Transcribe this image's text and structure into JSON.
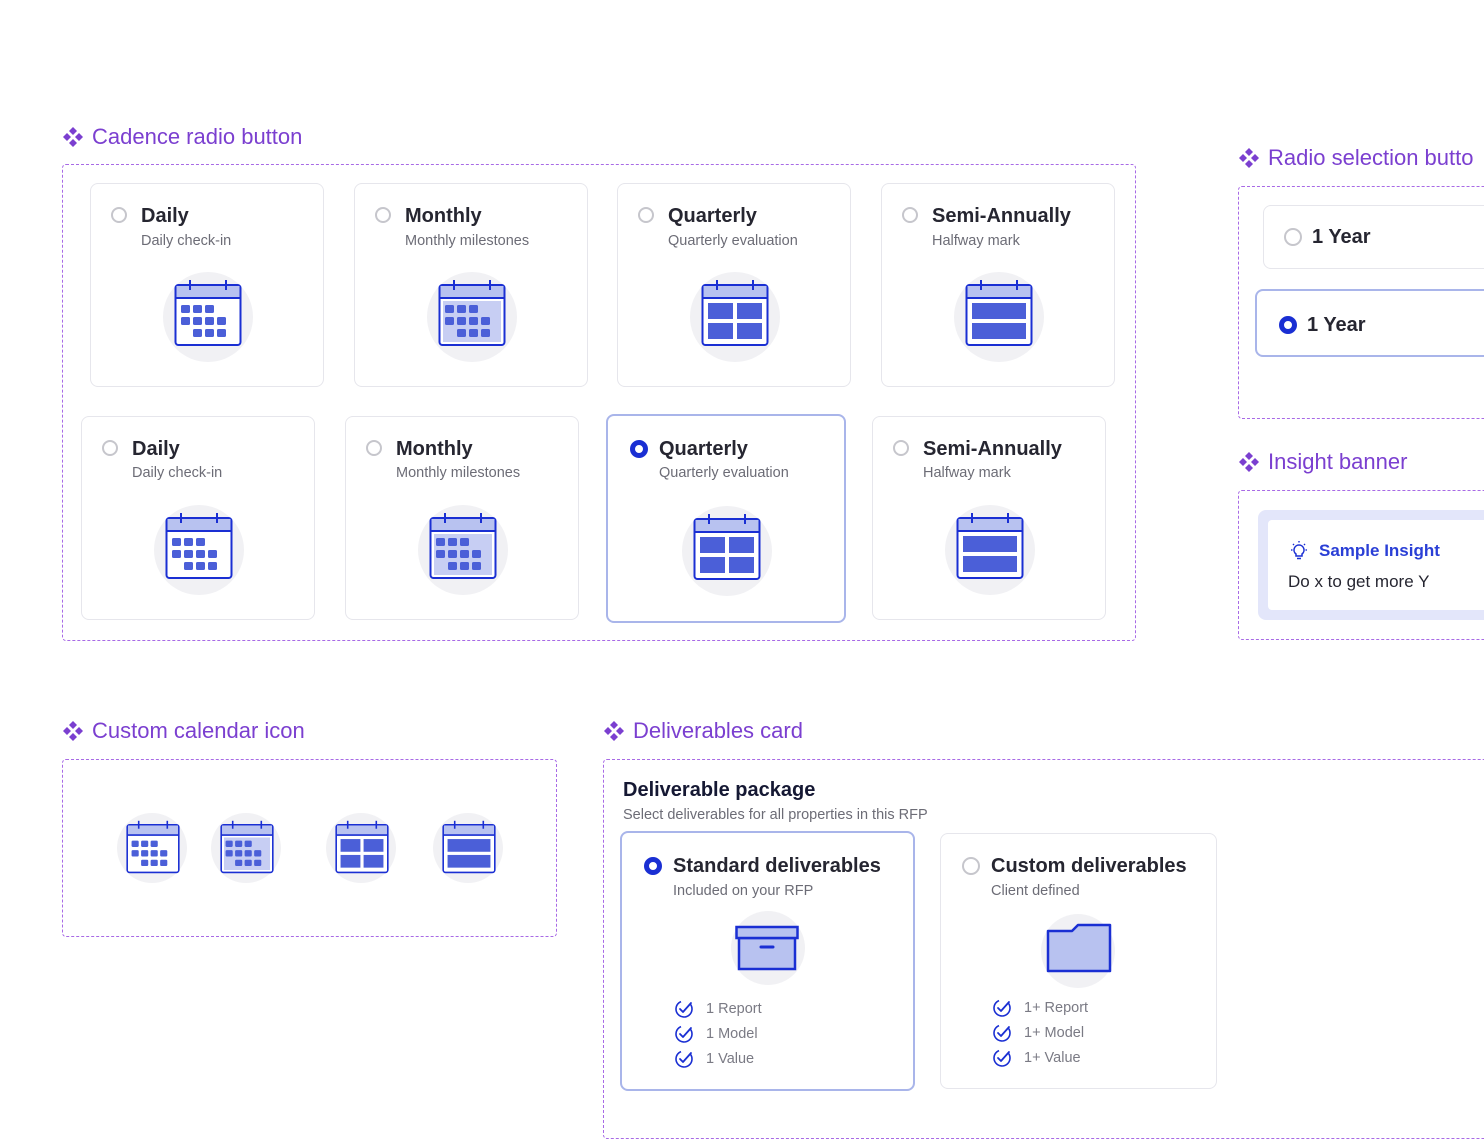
{
  "sections": {
    "cadence": "Cadence radio button",
    "radio_selection": "Radio selection butto",
    "insight": "Insight banner",
    "custom_calendar": "Custom calendar icon",
    "deliverables": "Deliverables card"
  },
  "cadence_options": [
    {
      "label": "Daily",
      "sub": "Daily check-in",
      "icon": "calendar-daily-icon"
    },
    {
      "label": "Monthly",
      "sub": "Monthly milestones",
      "icon": "calendar-monthly-icon"
    },
    {
      "label": "Quarterly",
      "sub": "Quarterly evaluation",
      "icon": "calendar-quarterly-icon"
    },
    {
      "label": "Semi-Annually",
      "sub": "Halfway mark",
      "icon": "calendar-semiannual-icon"
    }
  ],
  "cadence_selected_row2": "Quarterly",
  "radio_selection": {
    "unselected_label": "1 Year",
    "selected_label": "1 Year"
  },
  "insight": {
    "title": "Sample Insight",
    "body": "Do x to get more Y",
    "icon": "lightbulb-icon"
  },
  "deliverables": {
    "heading": "Deliverable package",
    "subheading": "Select deliverables for all properties in this RFP",
    "options": [
      {
        "title": "Standard deliverables",
        "sub": "Included on your RFP",
        "selected": true,
        "icon": "archive-box-icon",
        "items": [
          "1 Report",
          "1 Model",
          "1 Value"
        ]
      },
      {
        "title": "Custom deliverables",
        "sub": "Client defined",
        "selected": false,
        "icon": "folder-icon",
        "items": [
          "1+ Report",
          "1+ Model",
          "1+ Value"
        ]
      }
    ]
  },
  "colors": {
    "accent": "#1a2fd3",
    "section_purple": "#7b3fd0",
    "icon_blue": "#4b5fd8",
    "icon_fill": "#b8c2f0"
  }
}
